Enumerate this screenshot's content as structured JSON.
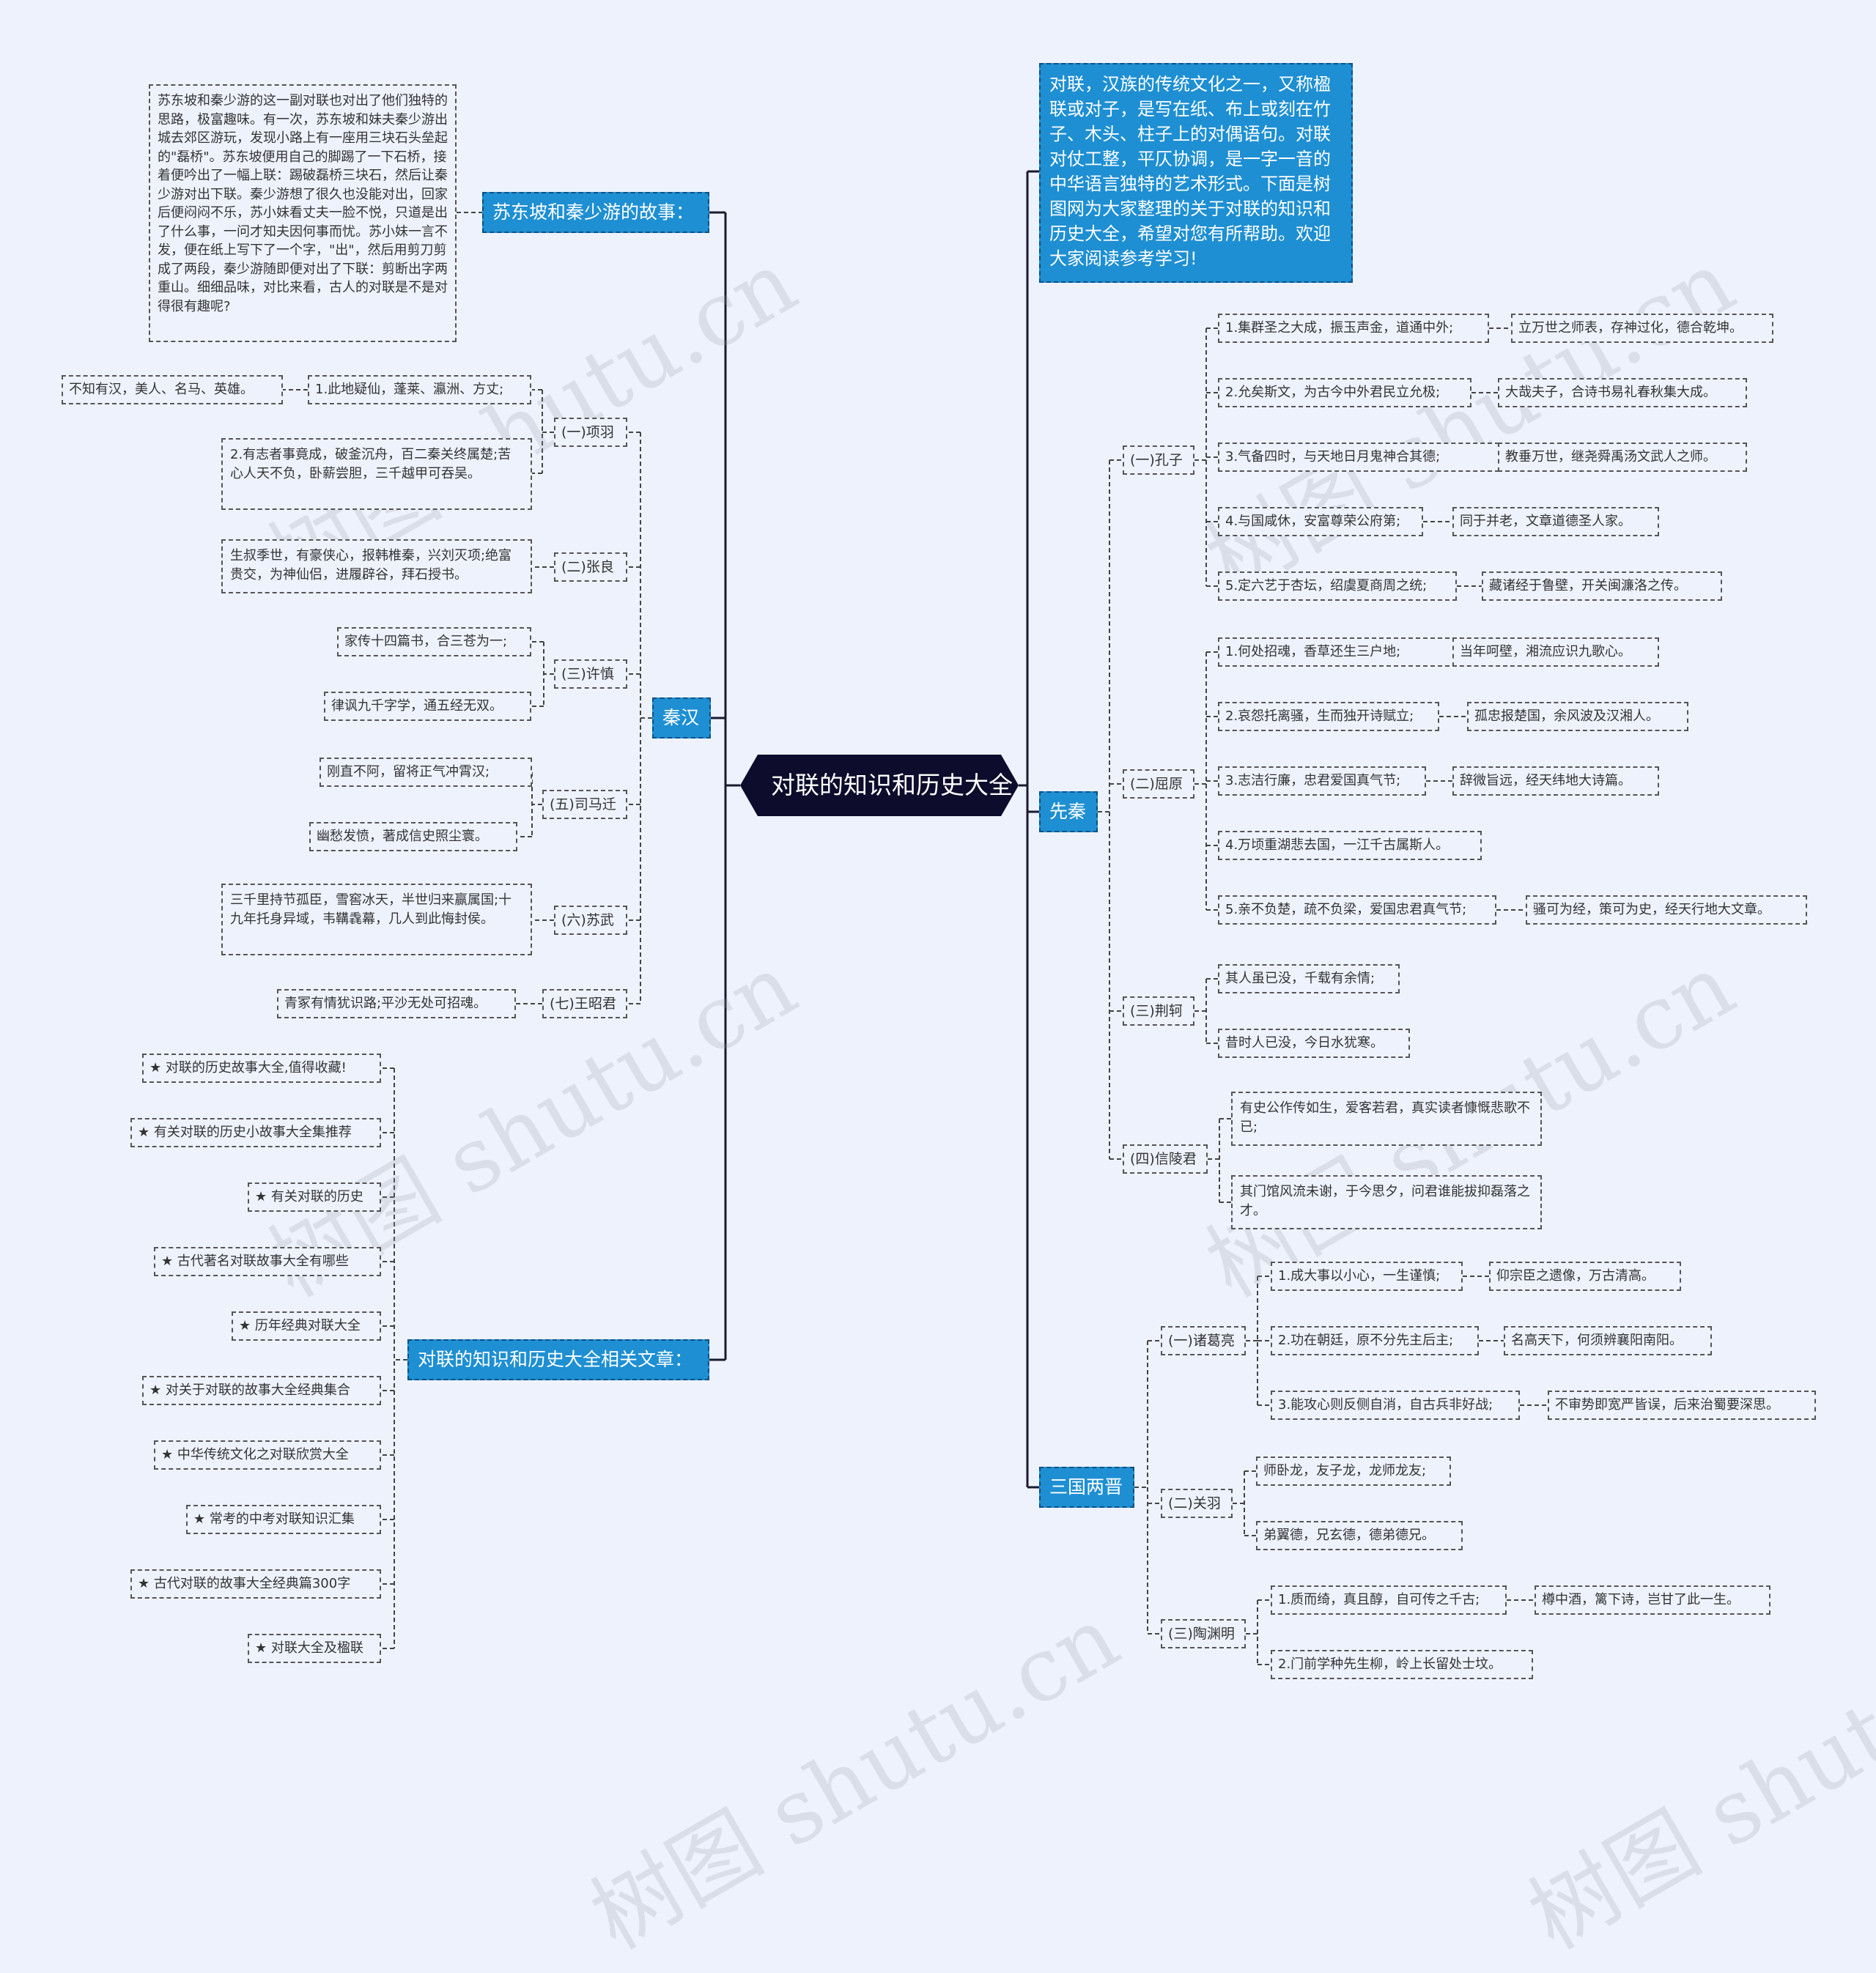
{
  "root": "对联的知识和历史大全",
  "intro": "对联，汉族的传统文化之一，又称楹联或对子，是写在纸、布上或刻在竹子、木头、柱子上的对偶语句。对联对仗工整，平仄协调，是一字一音的中华语言独特的艺术形式。下面是树图网为大家整理的关于对联的知识和历史大全，希望对您有所帮助。欢迎大家阅读参考学习!",
  "watermark": "树图 shutu.cn",
  "sudongpo": {
    "label": "苏东坡和秦少游的故事：",
    "text": "苏东坡和秦少游的这一副对联也对出了他们独特的思路，极富趣味。有一次，苏东坡和妹夫秦少游出城去郊区游玩，发现小路上有一座用三块石头垒起的\"磊桥\"。苏东坡便用自己的脚踢了一下石桥，接着便吟出了一幅上联：踢破磊桥三块石，然后让秦少游对出下联。秦少游想了很久也没能对出，回家后便闷闷不乐，苏小妹看丈夫一脸不悦，只道是出了什么事，一问才知夫因何事而忧。苏小妹一言不发，便在纸上写下了一个字，\"出\"，然后用剪刀剪成了两段，秦少游随即便对出了下联：剪断出字两重山。细细品味，对比来看，古人的对联是不是对得很有趣呢?"
  },
  "qinhan": {
    "label": "秦汉",
    "xiangyu": {
      "label": "(一)项羽",
      "l1": "1.此地疑仙，蓬莱、瀛洲、方丈;",
      "l1b": "不知有汉，美人、名马、英雄。",
      "l2": "2.有志者事竟成，破釜沉舟，百二秦关终属楚;苦心人天不负，卧薪尝胆，三千越甲可吞吴。"
    },
    "zhangliang": {
      "label": "(二)张良",
      "text": "生叔季世，有豪侠心，报韩椎秦，兴刘灭项;绝富贵交，为神仙侣，进履辟谷，拜石授书。"
    },
    "xushen": {
      "label": "(三)许慎",
      "a": "家传十四篇书，合三苍为一;",
      "b": "律讽九千字学，通五经无双。"
    },
    "simaqian": {
      "label": "(五)司马迁",
      "a": "刚直不阿，留将正气冲霄汉;",
      "b": "幽愁发愤，著成信史照尘寰。"
    },
    "suwu": {
      "label": "(六)苏武",
      "text": "三千里持节孤臣，雪窖冰天，半世归来赢属国;十九年托身异域，韦鞲毳幕，几人到此悔封侯。"
    },
    "wangzhaojun": {
      "label": "(七)王昭君",
      "text": "青冢有情犹识路;平沙无处可招魂。"
    }
  },
  "related": {
    "label": "对联的知识和历史大全相关文章：",
    "items": [
      "★ 对联的历史故事大全,值得收藏!",
      "★ 有关对联的历史小故事大全集推荐",
      "★ 有关对联的历史",
      "★ 古代著名对联故事大全有哪些",
      "★ 历年经典对联大全",
      "★ 对关于对联的故事大全经典集合",
      "★ 中华传统文化之对联欣赏大全",
      "★ 常考的中考对联知识汇集",
      "★ 古代对联的故事大全经典篇300字",
      "★ 对联大全及楹联"
    ]
  },
  "xianqin": {
    "label": "先秦",
    "kongzi": {
      "label": "(一)孔子",
      "pairs": [
        [
          "1.集群圣之大成，振玉声金，道通中外;",
          "立万世之师表，存神过化，德合乾坤。"
        ],
        [
          "2.允矣斯文，为古今中外君民立允极;",
          "大哉夫子，合诗书易礼春秋集大成。"
        ],
        [
          "3.气备四时，与天地日月鬼神合其德;",
          "教垂万世，继尧舜禹汤文武人之师。"
        ],
        [
          "4.与国咸休，安富尊荣公府第;",
          "同于并老，文章道德圣人家。"
        ],
        [
          "5.定六艺于杏坛，绍虞夏商周之统;",
          "藏诸经于鲁壁，开关闽濂洛之传。"
        ]
      ]
    },
    "quyuan": {
      "label": "(二)屈原",
      "pairs": [
        [
          "1.何处招魂，香草还生三户地;",
          "当年呵壁，湘流应识九歌心。"
        ],
        [
          "2.哀怨托离骚，生而独开诗赋立;",
          "孤忠报楚国，余风波及汉湘人。"
        ],
        [
          "3.志洁行廉，忠君爱国真气节;",
          "辞微旨远，经天纬地大诗篇。"
        ],
        [
          "4.万顷重湖悲去国，一江千古属斯人。",
          ""
        ],
        [
          "5.亲不负楚，疏不负梁，爱国忠君真气节;",
          "骚可为经，策可为史，经天行地大文章。"
        ]
      ]
    },
    "jingke": {
      "label": "(三)荆轲",
      "a": "其人虽已没，千载有余情;",
      "b": "昔时人已没，今日水犹寒。"
    },
    "xinlingjun": {
      "label": "(四)信陵君",
      "a": "有史公作传如生，爱客若君，真实读者慷慨悲歌不已;",
      "b": "其门馆风流未谢，于今思夕，问君谁能拔抑磊落之才。"
    }
  },
  "sanguo": {
    "label": "三国两晋",
    "zhuge": {
      "label": "(一)诸葛亮",
      "pairs": [
        [
          "1.成大事以小心，一生谨慎;",
          "仰宗臣之遗像，万古清高。"
        ],
        [
          "2.功在朝廷，原不分先主后主;",
          "名高天下，何须辨襄阳南阳。"
        ],
        [
          "3.能攻心则反侧自消，自古兵非好战;",
          "不审势即宽严皆误，后来治蜀要深思。"
        ]
      ]
    },
    "guanyu": {
      "label": "(二)关羽",
      "a": "师卧龙，友子龙，龙师龙友;",
      "b": "弟翼德，兄玄德，德弟德兄。"
    },
    "taoyuanming": {
      "label": "(三)陶渊明",
      "a": "1.质而绮，真且醇，自可传之千古;",
      "a2": "樽中酒，篱下诗，岂甘了此一生。",
      "b": "2.门前学种先生柳，岭上长留处士坟。"
    }
  }
}
